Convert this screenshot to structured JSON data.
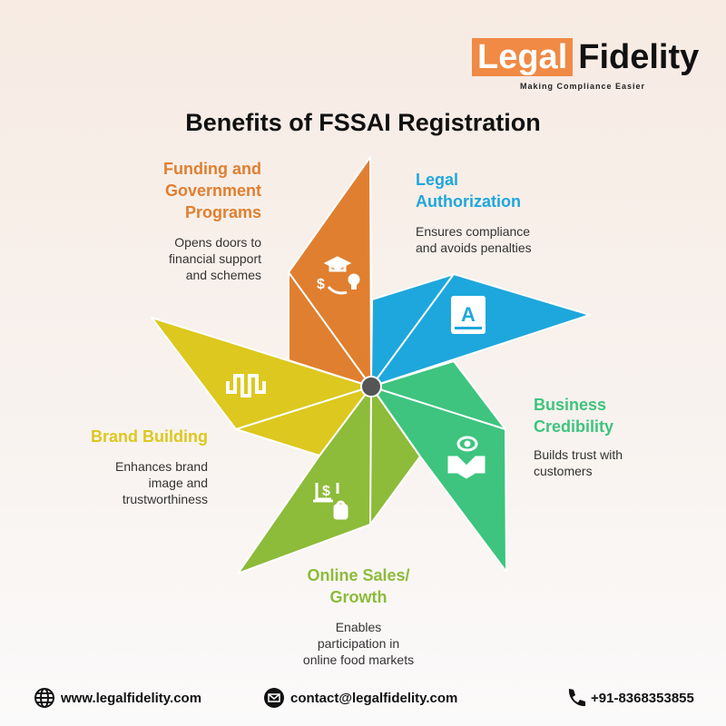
{
  "brand": {
    "part1": "Legal",
    "part2": "Fidelity",
    "tagline": "Making Compliance Easier"
  },
  "title": "Benefits of FSSAI Registration",
  "benefits": [
    {
      "title1": "Funding and",
      "title2": "Government",
      "title3": "Programs",
      "desc1": "Opens doors to",
      "desc2": "financial support",
      "desc3": "and schemes",
      "color": "#E07F2F",
      "icon": "graduation-money-idea-icon"
    },
    {
      "title1": "Legal",
      "title2": "Authorization",
      "desc1": "Ensures compliance",
      "desc2": "and avoids penalties",
      "color": "#1EA7DC",
      "icon": "book-a-icon",
      "icon_letter": "A"
    },
    {
      "title1": "Business",
      "title2": "Credibility",
      "desc1": "Builds trust with",
      "desc2": "customers",
      "color": "#3EC47E",
      "icon": "eye-handshake-icon"
    },
    {
      "title1": "Online Sales/",
      "title2": "Growth",
      "desc1": "Enables",
      "desc2": "participation in",
      "desc3": "online food markets",
      "color": "#8DBB3A",
      "icon": "laptop-dollar-bag-icon",
      "icon_symbol": "$"
    },
    {
      "title1": "Brand Building",
      "desc1": "Enhances brand",
      "desc2": "image and",
      "desc3": "trustworthiness",
      "color": "#DCC81E",
      "icon": "wave-pattern-icon"
    }
  ],
  "footer": {
    "website": "www.legalfidelity.com",
    "email": "contact@legalfidelity.com",
    "phone": "+91-8368353855"
  }
}
